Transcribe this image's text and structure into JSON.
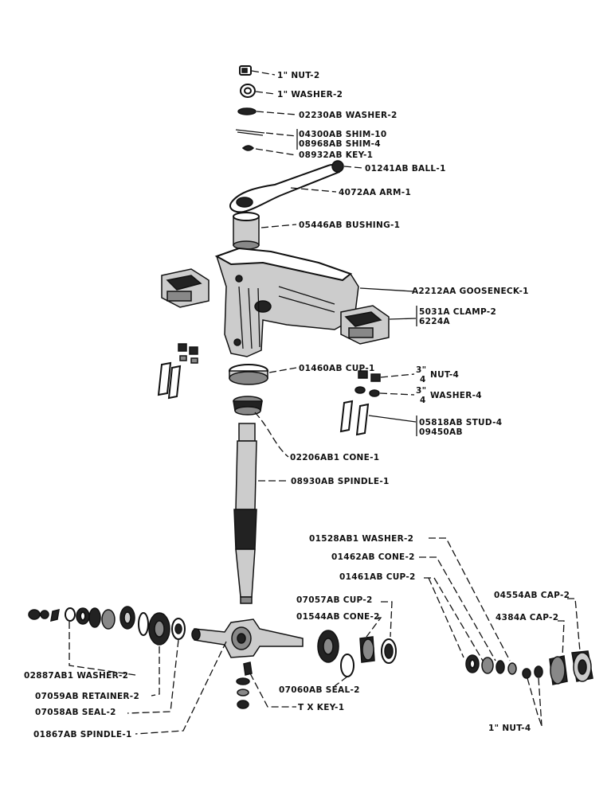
{
  "labels": {
    "nut_top": "1\" NUT-2",
    "washer_top": "1\" WASHER-2",
    "washer_02230": "02230AB WASHER-2",
    "shim_04300": "04300AB SHIM-10",
    "shim_08968": "08968AB SHIM-4",
    "key_08932": "08932AB KEY-1",
    "ball_01241": "01241AB BALL-1",
    "arm_4072": "4072AA ARM-1",
    "bushing_05446": "05446AB BUSHING-1",
    "gooseneck_a2212": "A2212AA GOOSENECK-1",
    "clamp_5031a": "5031A CLAMP-2",
    "clamp_6224a": "6224A",
    "cup_01460": "01460AB CUP-1",
    "nut_34_prefix": "3\"",
    "nut_34_suffix": "4",
    "nut_34_label": "NUT-4",
    "washer_34_prefix": "3\"",
    "washer_34_suffix": "4",
    "washer_34_label": "WASHER-4",
    "stud_05818": "05818AB STUD-4",
    "stud_09450": "09450AB",
    "cone_02206": "02206AB1 CONE-1",
    "spindle_08930": "08930AB SPINDLE-1",
    "washer_01528": "01528AB1 WASHER-2",
    "cone_01462": "01462AB CONE-2",
    "cup_01461": "01461AB CUP-2",
    "cap_04554": "04554AB CAP-2",
    "cap_4384a": "4384A CAP-2",
    "cup_07057": "07057AB CUP-2",
    "cone_01544": "01544AB CONE-2",
    "washer_02887": "02887AB1 WASHER-2",
    "retainer_07059": "07059AB RETAINER-2",
    "seal_07058": "07058AB SEAL-2",
    "seal_07060": "07060AB SEAL-2",
    "key_tx": "T X KEY-1",
    "spindle_01867": "01867AB SPINDLE-1",
    "nut_bottom": "1\" NUT-4"
  }
}
